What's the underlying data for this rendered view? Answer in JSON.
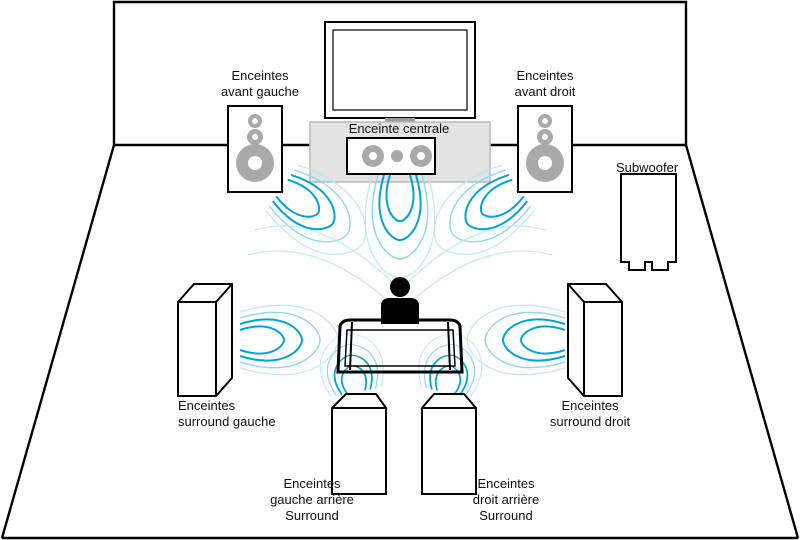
{
  "labels": {
    "front_left": [
      "Enceintes",
      "avant gauche"
    ],
    "front_right": [
      "Enceintes",
      "avant droit"
    ],
    "center": "Enceinte centrale",
    "subwoofer": "Subwoofer",
    "surround_left": [
      "Enceintes",
      "surround gauche"
    ],
    "surround_right": [
      "Enceintes",
      "surround droit"
    ],
    "rear_left": [
      "Enceintes",
      "gauche arrière",
      "Surround"
    ],
    "rear_right": [
      "Enceintes",
      "droit arrière",
      "Surround"
    ]
  },
  "colors": {
    "wave_dark": "#00a3d9",
    "wave_light": "#8fd6f0",
    "speaker_gray": "#a9a9a9",
    "outline": "#000000"
  }
}
